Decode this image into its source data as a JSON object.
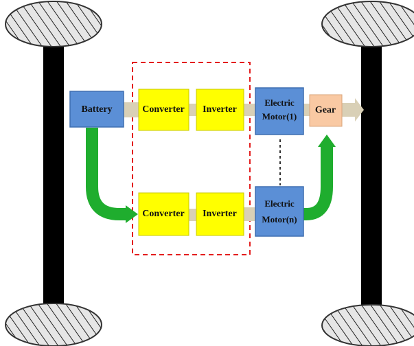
{
  "diagram": {
    "blocks": {
      "battery": "Battery",
      "converter_top": "Converter",
      "inverter_top": "Inverter",
      "motor_top_line1": "Electric",
      "motor_top_line2": "Motor(1)",
      "gear": "Gear",
      "converter_bottom": "Converter",
      "inverter_bottom": "Inverter",
      "motor_bottom_line1": "Electric",
      "motor_bottom_line2": "Motor(n)"
    },
    "colors": {
      "battery_fill": "#5b8fd6",
      "converter_fill": "#ffff00",
      "motor_fill": "#5b8fd6",
      "gear_fill": "#f9c9a3",
      "power_arrow": "#1fad2e",
      "connector": "#d9d0b6",
      "dashed_box": "#e31d1d",
      "axle": "#000000"
    }
  }
}
